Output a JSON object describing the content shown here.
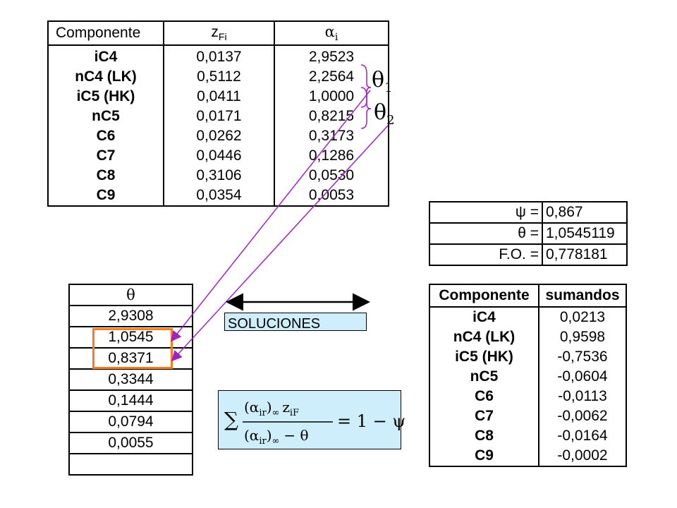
{
  "main_table": {
    "headers": {
      "componente": "Componente",
      "z_main": "z",
      "z_sub": "Fi",
      "alpha_main": "α",
      "alpha_sub": "i"
    },
    "rows": [
      {
        "comp": "iC4",
        "z": "0,0137",
        "alpha": "2,9523"
      },
      {
        "comp": "nC4 (LK)",
        "z": "0,5112",
        "alpha": "2,2564"
      },
      {
        "comp": "iC5 (HK)",
        "z": "0,0411",
        "alpha": "1,0000"
      },
      {
        "comp": "nC5",
        "z": "0,0171",
        "alpha": "0,8215"
      },
      {
        "comp": "C6",
        "z": "0,0262",
        "alpha": "0,3173"
      },
      {
        "comp": "C7",
        "z": "0,0446",
        "alpha": "0,1286"
      },
      {
        "comp": "C8",
        "z": "0,3106",
        "alpha": "0,0530"
      },
      {
        "comp": "C9",
        "z": "0,0354",
        "alpha": "0,0053"
      }
    ]
  },
  "theta_labels": {
    "theta1_main": "θ",
    "theta1_sub": "1",
    "theta2_main": "θ",
    "theta2_sub": "2"
  },
  "params": {
    "rows": [
      {
        "label": "ψ =",
        "value": "0,867"
      },
      {
        "label": "θ =",
        "value": "1,0545119"
      },
      {
        "label": "F.O. =",
        "value": "0,778181"
      }
    ]
  },
  "theta_table": {
    "header": "θ",
    "values": [
      "2,9308",
      "1,0545",
      "0,8371",
      "0,3344",
      "0,1444",
      "0,0794",
      "0,0055",
      ""
    ]
  },
  "soluciones_label": "SOLUCIONES",
  "sum_table": {
    "headers": {
      "componente": "Componente",
      "sumandos": "sumandos"
    },
    "rows": [
      {
        "comp": "iC4",
        "val": "0,0213"
      },
      {
        "comp": "nC4 (LK)",
        "val": "0,9598"
      },
      {
        "comp": "iC5 (HK)",
        "val": "-0,7536"
      },
      {
        "comp": "nC5",
        "val": "-0,0604"
      },
      {
        "comp": "C6",
        "val": "-0,0113"
      },
      {
        "comp": "C7",
        "val": "-0,0062"
      },
      {
        "comp": "C8",
        "val": "-0,0164"
      },
      {
        "comp": "C9",
        "val": "-0,0002"
      }
    ]
  },
  "formula": {
    "sum": "∑",
    "num_alpha": "(α",
    "num_ir": "ir",
    "num_close": ")",
    "num_inf": "∞",
    "num_z": "z",
    "num_zsub": "iF",
    "den_alpha": "(α",
    "den_ir": "ir",
    "den_close": ")",
    "den_inf": "∞",
    "den_minus": "− θ",
    "rhs": "= 1 − ψ"
  },
  "colors": {
    "accent_purple": "#a020c8",
    "highlight_orange": "#ff7a1a",
    "box_fill": "#cdeefa"
  }
}
